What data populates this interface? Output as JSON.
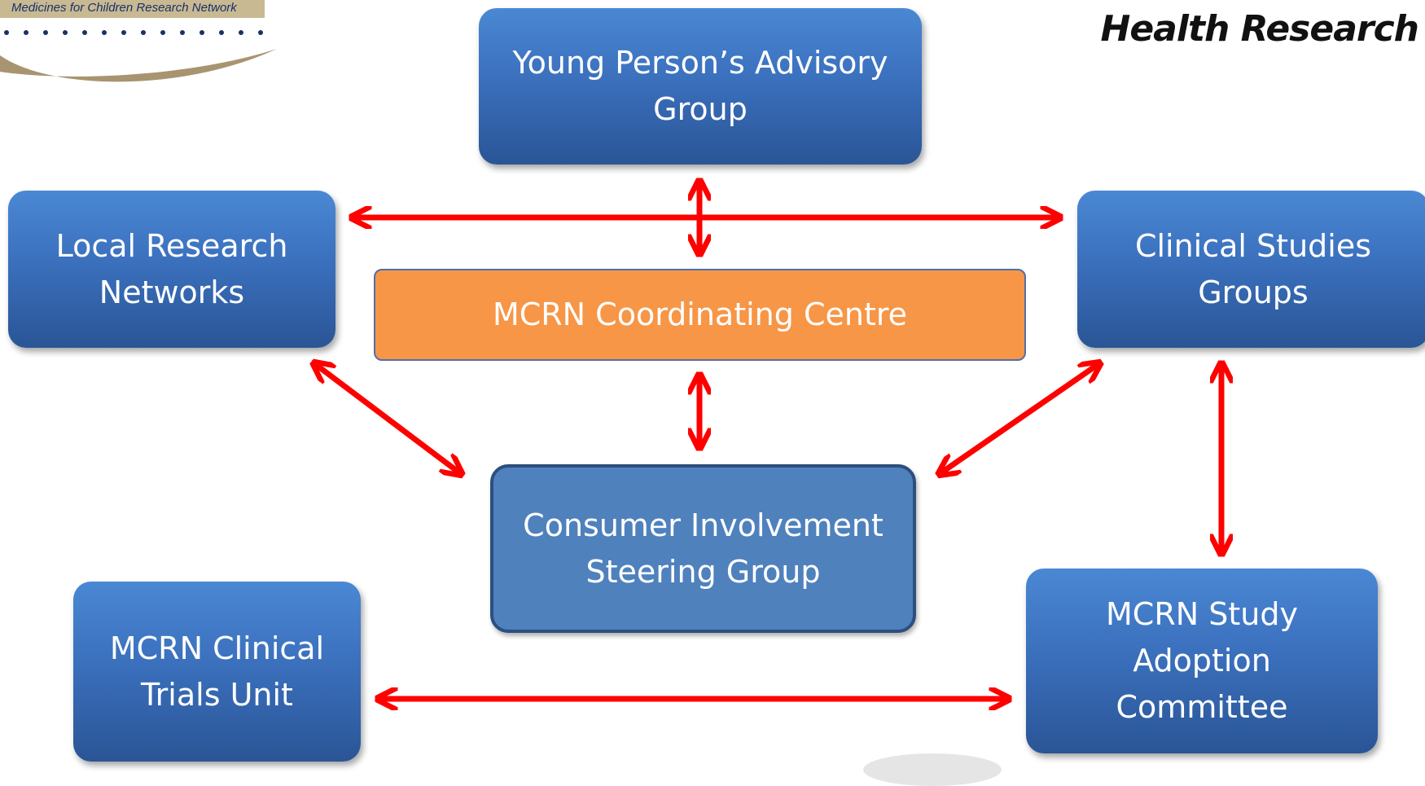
{
  "logo": {
    "org_text": "Medicines for Children Research Network"
  },
  "header": {
    "right_text": "Health Research"
  },
  "boxes": {
    "young_persons": "Young Person’s Advisory\nGroup",
    "local_research": "Local Research\nNetworks",
    "clinical_studies": "Clinical Studies\nGroups",
    "coordinating": "MCRN Coordinating Centre",
    "consumer": "Consumer Involvement\nSteering Group",
    "ctu": "MCRN Clinical\nTrials Unit",
    "adoption": "MCRN Study\nAdoption\nCommittee"
  },
  "colors": {
    "box_blue": "#3b70bd",
    "center_blue": "#4f81bd",
    "orange": "#f79646",
    "arrow_red": "#ff0000"
  }
}
